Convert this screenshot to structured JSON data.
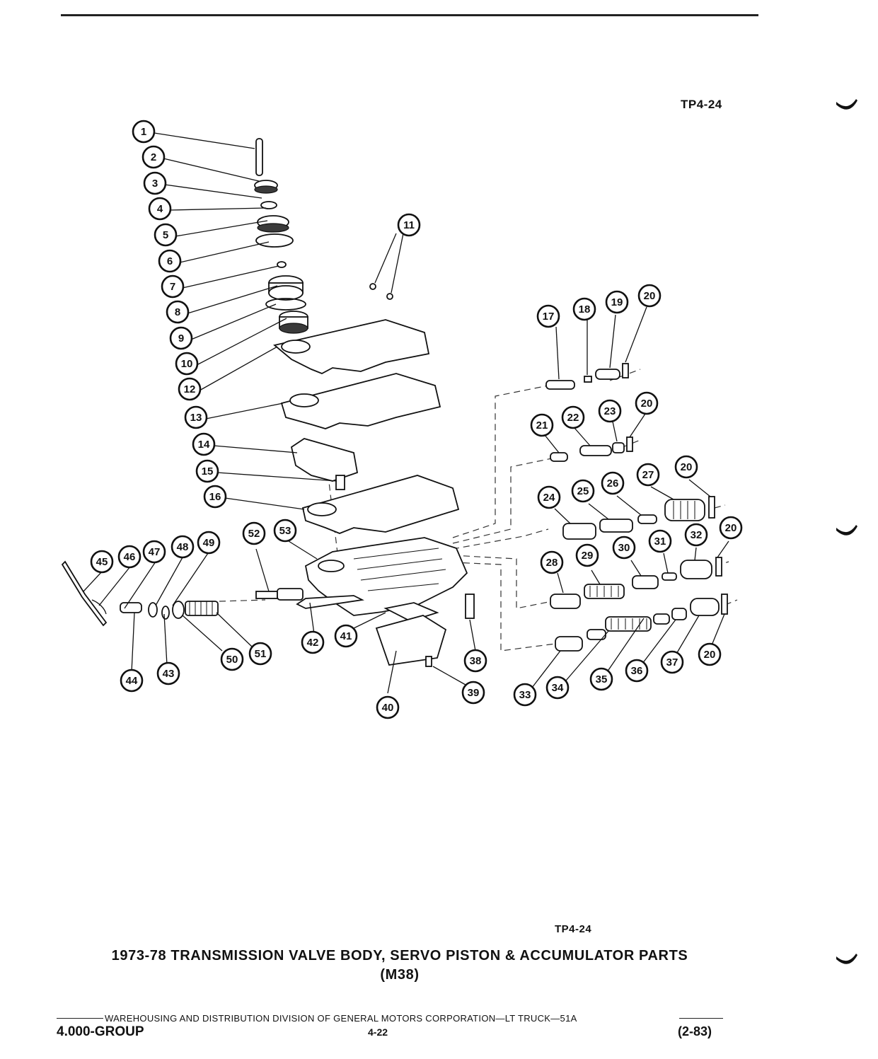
{
  "header": {
    "figure_code_top": "TP4-24"
  },
  "diagram": {
    "callouts": [
      {
        "id": "1"
      },
      {
        "id": "2"
      },
      {
        "id": "3"
      },
      {
        "id": "4"
      },
      {
        "id": "5"
      },
      {
        "id": "6"
      },
      {
        "id": "7"
      },
      {
        "id": "8"
      },
      {
        "id": "9"
      },
      {
        "id": "10"
      },
      {
        "id": "11"
      },
      {
        "id": "12"
      },
      {
        "id": "13"
      },
      {
        "id": "14"
      },
      {
        "id": "15"
      },
      {
        "id": "16"
      },
      {
        "id": "17"
      },
      {
        "id": "18"
      },
      {
        "id": "19"
      },
      {
        "id": "20"
      },
      {
        "id": "21"
      },
      {
        "id": "22"
      },
      {
        "id": "23"
      },
      {
        "id": "20"
      },
      {
        "id": "24"
      },
      {
        "id": "25"
      },
      {
        "id": "26"
      },
      {
        "id": "27"
      },
      {
        "id": "20"
      },
      {
        "id": "28"
      },
      {
        "id": "29"
      },
      {
        "id": "30"
      },
      {
        "id": "31"
      },
      {
        "id": "32"
      },
      {
        "id": "20"
      },
      {
        "id": "33"
      },
      {
        "id": "34"
      },
      {
        "id": "35"
      },
      {
        "id": "36"
      },
      {
        "id": "37"
      },
      {
        "id": "20"
      },
      {
        "id": "38"
      },
      {
        "id": "39"
      },
      {
        "id": "40"
      },
      {
        "id": "41"
      },
      {
        "id": "42"
      },
      {
        "id": "43"
      },
      {
        "id": "44"
      },
      {
        "id": "45"
      },
      {
        "id": "46"
      },
      {
        "id": "47"
      },
      {
        "id": "48"
      },
      {
        "id": "49"
      },
      {
        "id": "50"
      },
      {
        "id": "51"
      },
      {
        "id": "52"
      },
      {
        "id": "53"
      }
    ]
  },
  "caption": {
    "figure_code_bottom": "TP4-24",
    "title": "1973-78 TRANSMISSION VALVE BODY, SERVO PISTON & ACCUMULATOR PARTS",
    "subtitle": "(M38)"
  },
  "footer": {
    "publisher_line": "WAREHOUSING AND DISTRIBUTION  DIVISION OF GENERAL MOTORS CORPORATION—LT TRUCK—51A",
    "group": "4.000-GROUP",
    "page": "4-22",
    "date": "(2-83)"
  }
}
